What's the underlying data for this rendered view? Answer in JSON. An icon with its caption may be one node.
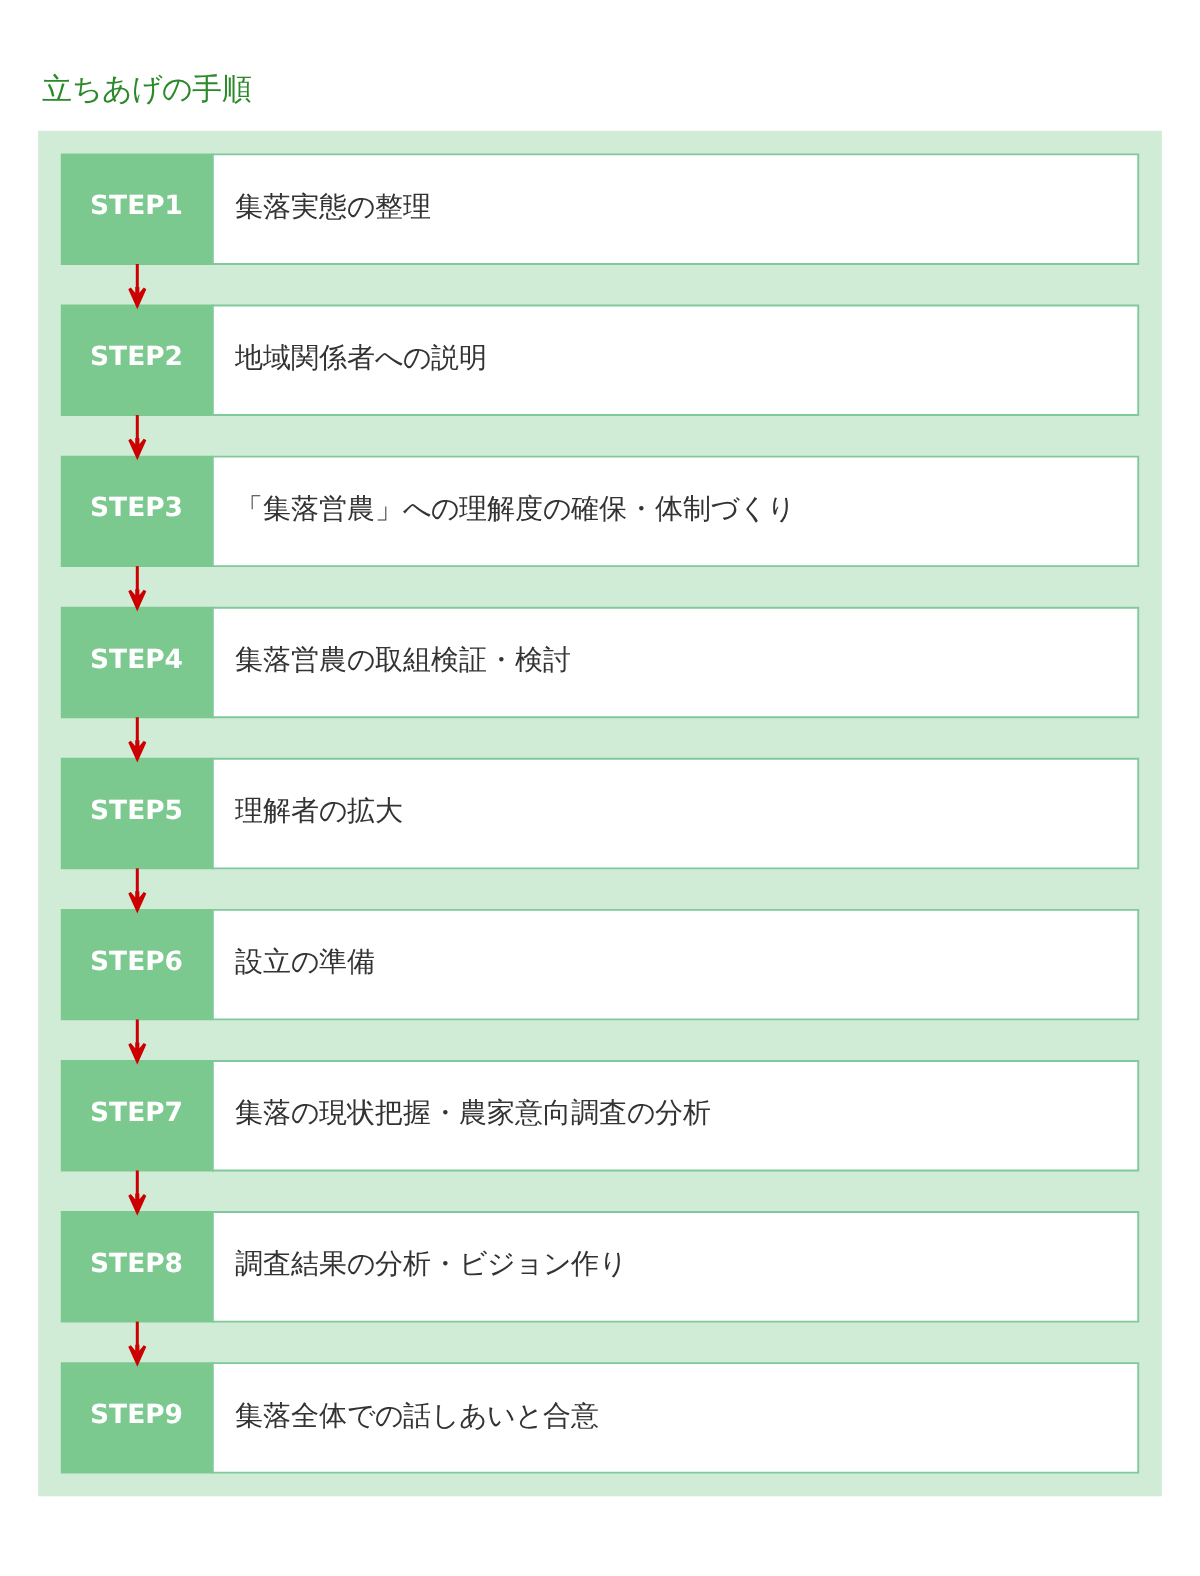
{
  "diagram": {
    "title": "立ちあげの手順",
    "nodes": [
      {
        "text": [],
        "shape": "box"
      },
      {
        "text": [
          "STEP1",
          "集落実態の整理"
        ],
        "in": 0
      },
      {
        "text": [
          "STEP2",
          "地域関係者への説明"
        ],
        "in": 0
      },
      {
        "text": [
          "STEP3",
          "「集落営農」への理解度の確保・体制づくり"
        ],
        "in": 0
      },
      {
        "text": [
          "STEP4",
          "集落営農の取組検証・検討"
        ],
        "in": 0
      },
      {
        "text": [
          "STEP5",
          "理解者の拡大"
        ],
        "in": 0
      },
      {
        "text": [
          "STEP6",
          "設立の準備"
        ],
        "in": 0
      },
      {
        "text": [
          "STEP7",
          "集落の現状把握・農家意向調査の分析"
        ],
        "in": 0
      },
      {
        "text": [
          "STEP8",
          "調査結果の分析・ビジョン作り"
        ],
        "in": 0
      },
      {
        "text": [
          "STEP9",
          "集落全体での話しあいと合意"
        ],
        "in": 0
      }
    ],
    "edges": [
      {
        "from": 1,
        "to": 2,
        "arrow": "to"
      },
      {
        "from": 2,
        "to": 3,
        "arrow": "to"
      },
      {
        "from": 3,
        "to": 4,
        "arrow": "to"
      },
      {
        "from": 4,
        "to": 5,
        "arrow": "to"
      },
      {
        "from": 5,
        "to": 6,
        "arrow": "to"
      },
      {
        "from": 6,
        "to": 7,
        "arrow": "to"
      },
      {
        "from": 7,
        "to": 8,
        "arrow": "to"
      },
      {
        "from": 8,
        "to": 9,
        "arrow": "to"
      }
    ]
  }
}
